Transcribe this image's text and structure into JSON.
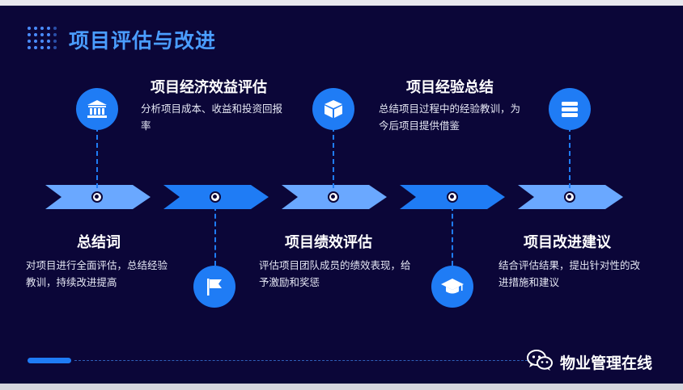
{
  "title": "项目评估与改进",
  "accent_color": "#1f7cf5",
  "background_color": "#0b0638",
  "steps": [
    {
      "title": "总结词",
      "desc": "对项目进行全面评估，总结经验教训，持续改进提高",
      "icon": "flag-icon"
    },
    {
      "title": "项目经济效益评估",
      "desc": "分析项目成本、收益和投资回报率",
      "icon": "bank-icon"
    },
    {
      "title": "项目绩效评估",
      "desc": "评估项目团队成员的绩效表现，给予激励和奖惩",
      "icon": "graduation-cap-icon"
    },
    {
      "title": "项目经验总结",
      "desc": "总结项目过程中的经验教训，为今后项目提供借鉴",
      "icon": "box-icon"
    },
    {
      "title": "项目改进建议",
      "desc": "结合评估结果，提出针对性的改进措施和建议",
      "icon": "layers-icon"
    }
  ],
  "watermark": "物业管理在线"
}
